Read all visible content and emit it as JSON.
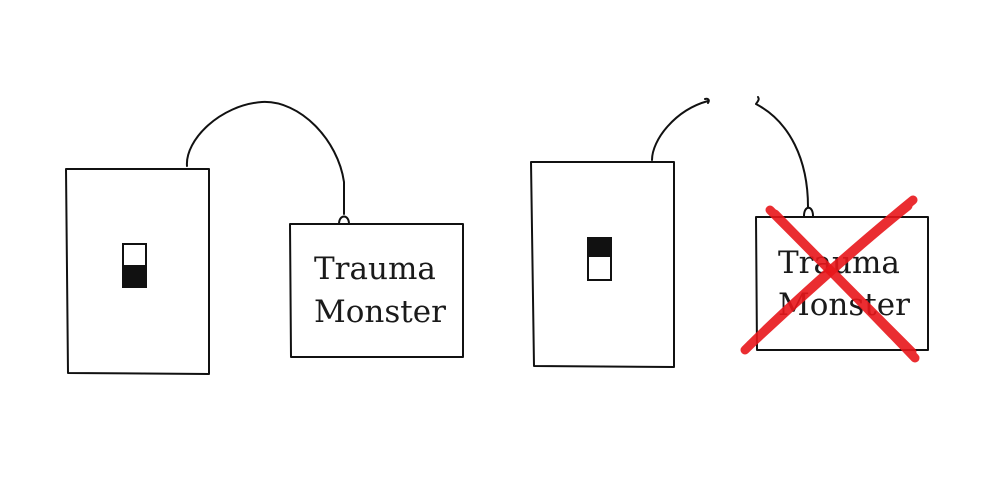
{
  "panels": [
    {
      "switch_state": "on",
      "wire_connected": true,
      "monster": {
        "line1": "Trauma",
        "line2": "Monster",
        "crossed_out": false
      }
    },
    {
      "switch_state": "off",
      "wire_connected": false,
      "monster": {
        "line1": "Trauma",
        "line2": "Monster",
        "crossed_out": true
      }
    }
  ],
  "colors": {
    "ink": "#111111",
    "cross": "#e8161b",
    "background": "#ffffff"
  },
  "icons": [
    "light-switch-icon",
    "cross-out-icon"
  ]
}
